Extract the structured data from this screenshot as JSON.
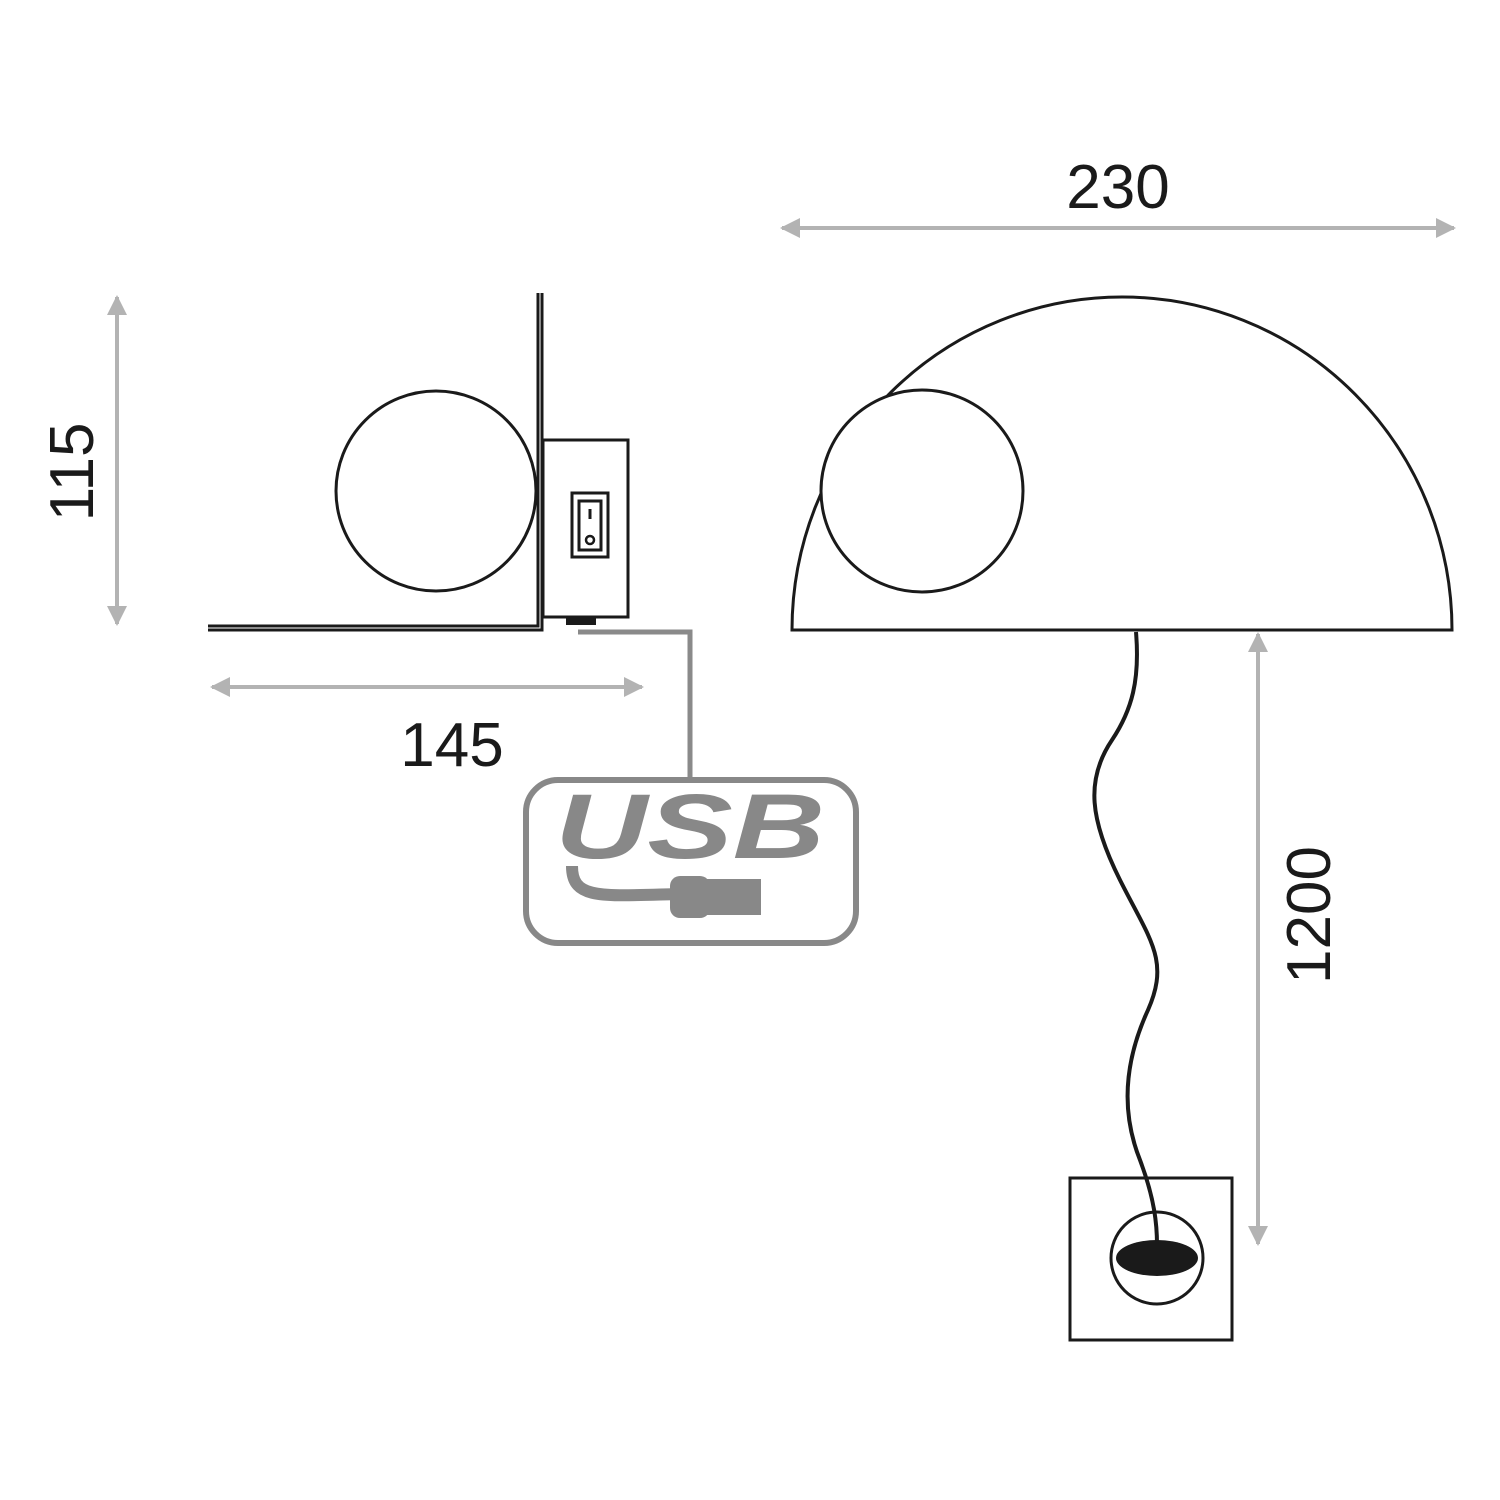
{
  "dimensions": {
    "width_mm": "230",
    "height_mm": "115",
    "depth_mm": "145",
    "cable_mm": "1200"
  },
  "usb_label": "USB",
  "colors": {
    "line": "#1a1a1a",
    "dimension": "#b3b3b3",
    "usb": "#888888"
  }
}
